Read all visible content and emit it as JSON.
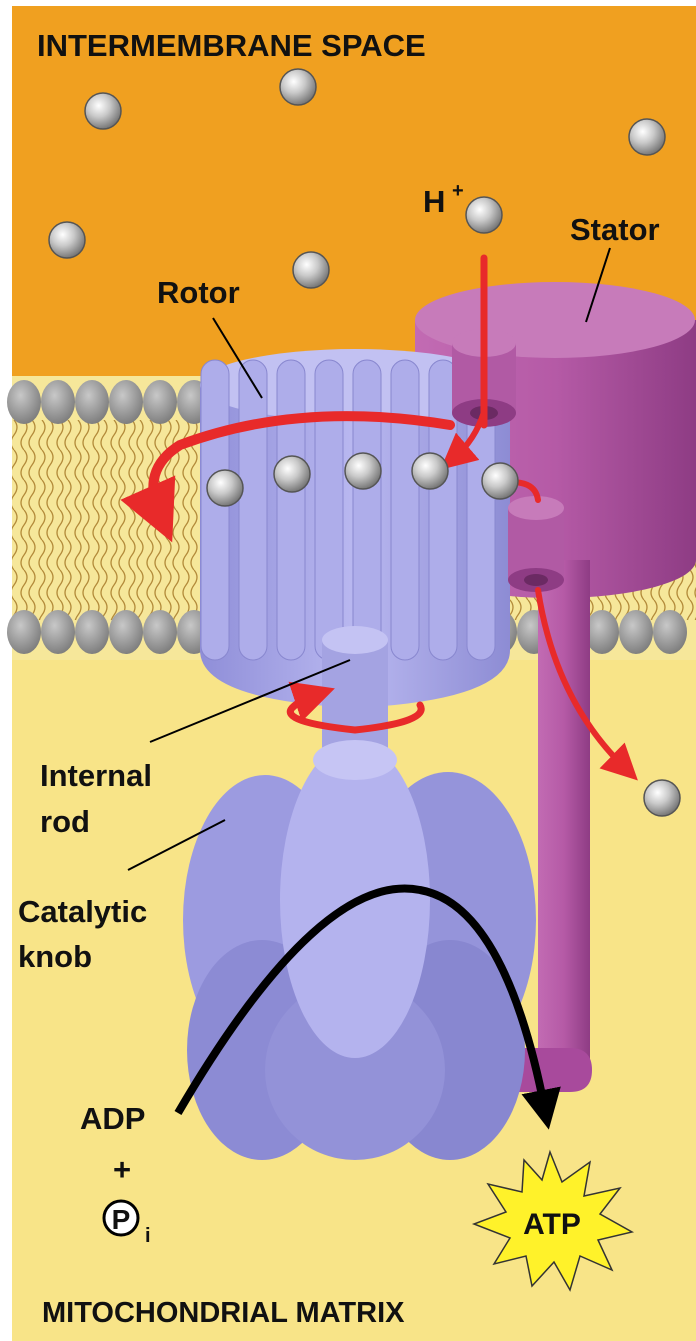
{
  "regions": {
    "top": "INTERMEMBRANE SPACE",
    "bottom": "MITOCHONDRIAL MATRIX"
  },
  "labels": {
    "proton": "H",
    "proton_charge": "+",
    "stator": "Stator",
    "rotor": "Rotor",
    "internal_rod_line1": "Internal",
    "internal_rod_line2": "rod",
    "catalytic_knob_line1": "Catalytic",
    "catalytic_knob_line2": "knob",
    "adp": "ADP",
    "plus": "+",
    "phosphate": "P",
    "phosphate_subscript": "i",
    "atp": "ATP"
  },
  "colors": {
    "intermembrane": "#F0A020",
    "matrix": "#F8E488",
    "rotor": "#A9A8E6",
    "stator": "#B0519E",
    "arrow": "#E82A2A",
    "atp_burst": "#FFF22A",
    "proton": "#BDBDBD"
  },
  "icons": [
    "proton-sphere",
    "rotation-arrow",
    "reaction-arrow",
    "atp-burst"
  ]
}
